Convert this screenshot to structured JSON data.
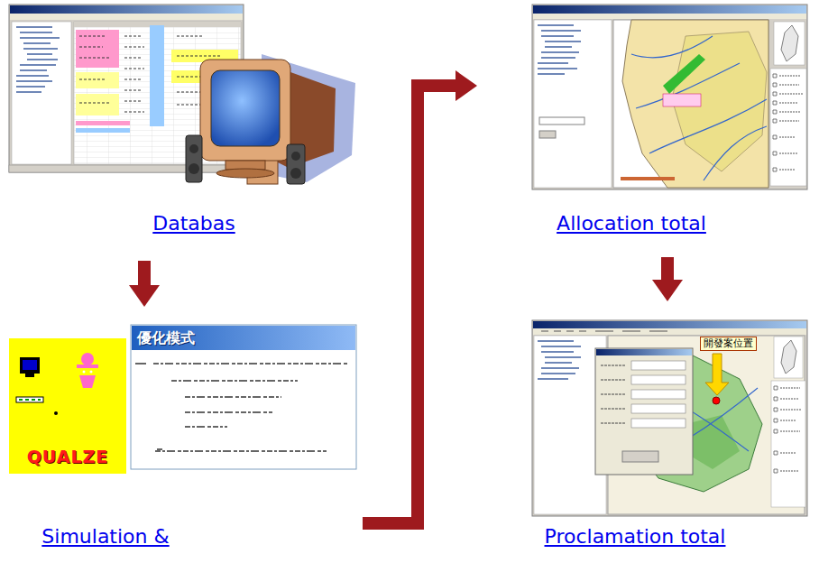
{
  "diagram": {
    "nodes": [
      {
        "text": [
          "Databas"
        ]
      },
      {
        "text": [
          "Simulation &"
        ]
      },
      {
        "text": [
          "Allocation total"
        ]
      },
      {
        "text": [
          "Proclamation total"
        ]
      }
    ],
    "edges": [
      {
        "from": 0,
        "to": 1,
        "arrow": "to"
      },
      {
        "from": 1,
        "to": 2,
        "arrow": "to"
      },
      {
        "from": 2,
        "to": 3,
        "arrow": "to"
      }
    ],
    "labels": [
      "優化模式",
      "QUALZE",
      "開發案位置"
    ]
  }
}
